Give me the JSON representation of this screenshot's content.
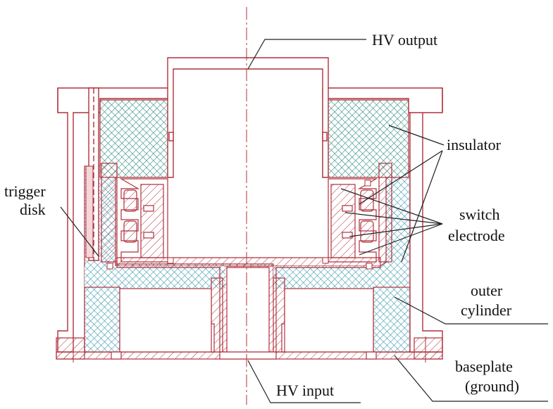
{
  "labels": {
    "hv_output": "HV output",
    "insulator": "insulator",
    "trigger_line1": "trigger",
    "trigger_line2": "disk",
    "switch_line1": "switch",
    "switch_line2": "electrode",
    "outer_line1": "outer",
    "outer_line2": "cylinder",
    "base_line1": "baseplate",
    "base_line2": "(ground)",
    "hv_input": "HV input"
  },
  "colors": {
    "metal": "#b0303c",
    "insulator_green": "#2e8b7e",
    "insulator_blue": "#3b9ab0",
    "leader": "#222222",
    "axis": "#b0303c"
  }
}
